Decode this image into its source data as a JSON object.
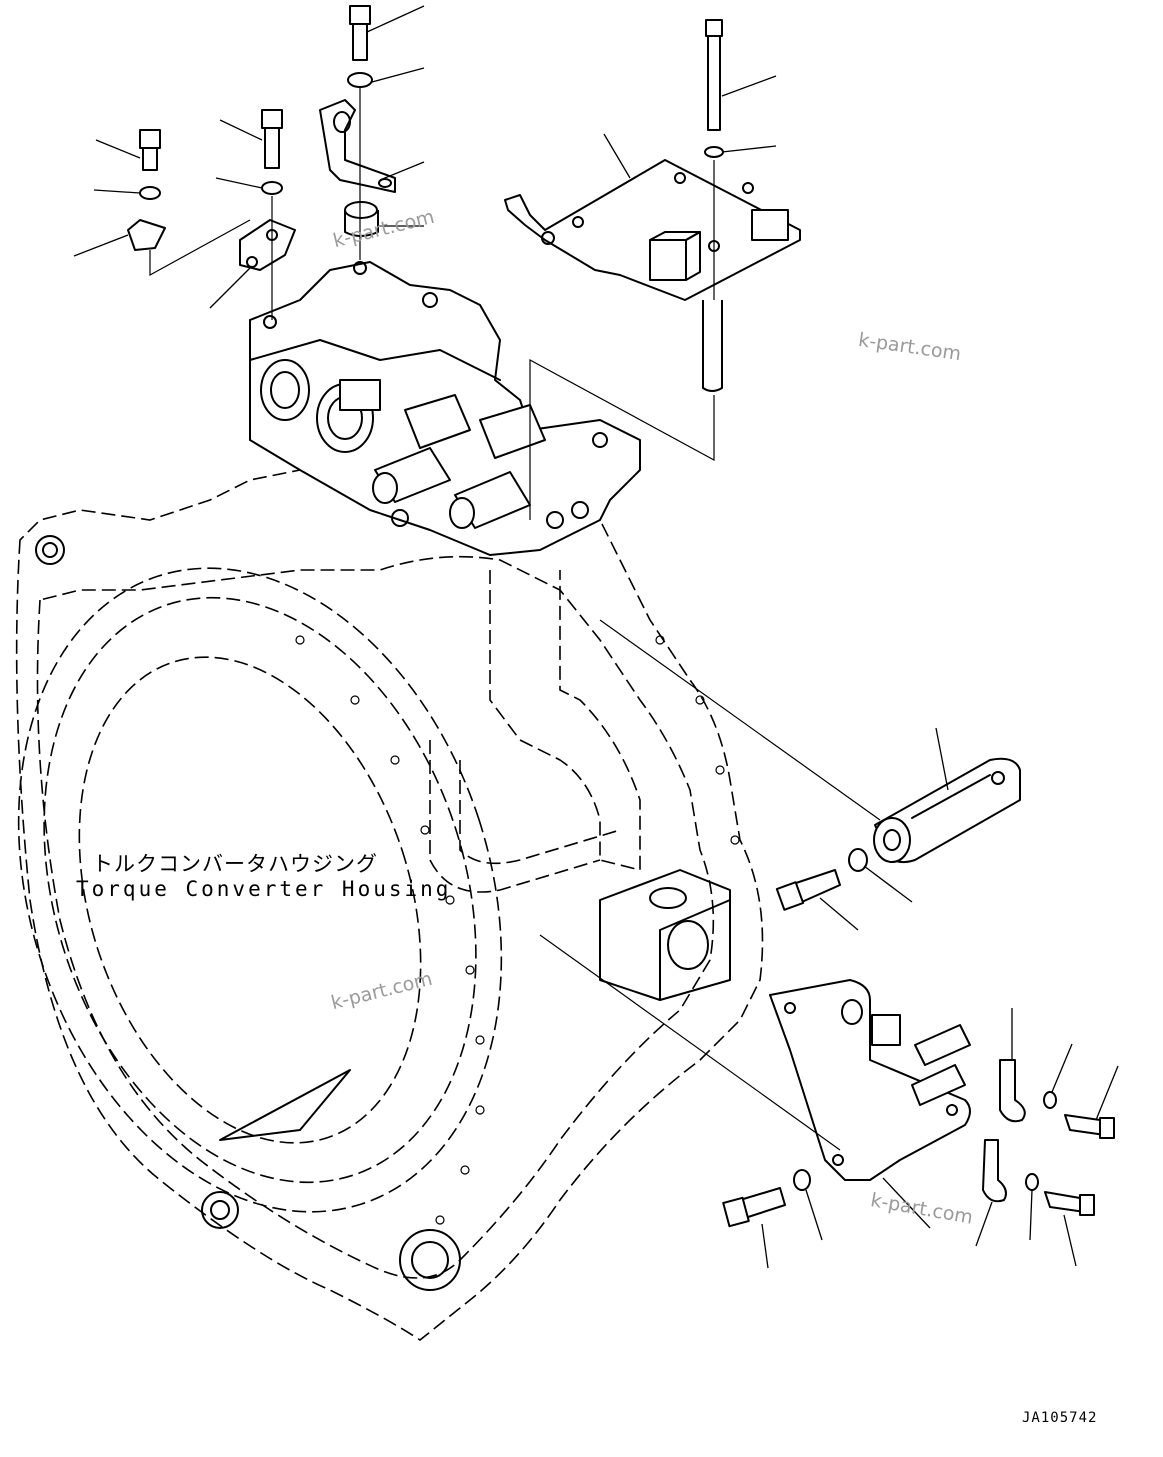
{
  "caption": {
    "japanese": "トルクコンバータハウジング",
    "english": "Torque Converter Housing"
  },
  "drawing_code": "JA105742",
  "watermarks": [
    "k-part.com",
    "k-part.com",
    "k-part.com",
    "k-part.com"
  ],
  "colors": {
    "line": "#000000",
    "background": "#ffffff",
    "watermark": "#9a9a9a"
  }
}
